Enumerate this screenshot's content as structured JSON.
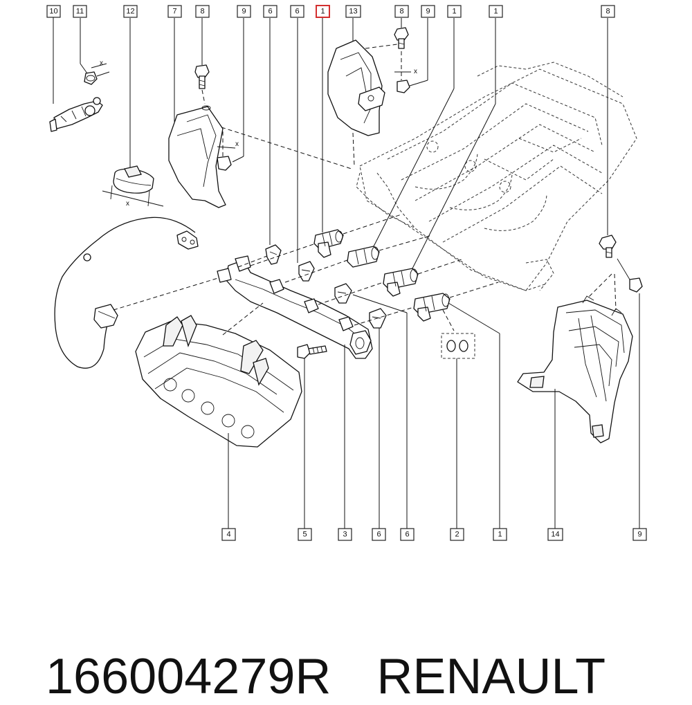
{
  "diagram": {
    "callouts_top": [
      "10",
      "11",
      "12",
      "7",
      "8",
      "9",
      "6",
      "6",
      "1",
      "13",
      "8",
      "9",
      "1",
      "1",
      "8"
    ],
    "callouts_bottom": [
      "4",
      "5",
      "3",
      "6",
      "6",
      "2",
      "1",
      "14",
      "9"
    ],
    "highlight_color": "#d32f2f",
    "x_marks": [
      "x",
      "x",
      "x",
      "x"
    ]
  },
  "footer": {
    "part_number": "166004279R",
    "brand": "RENAULT"
  }
}
